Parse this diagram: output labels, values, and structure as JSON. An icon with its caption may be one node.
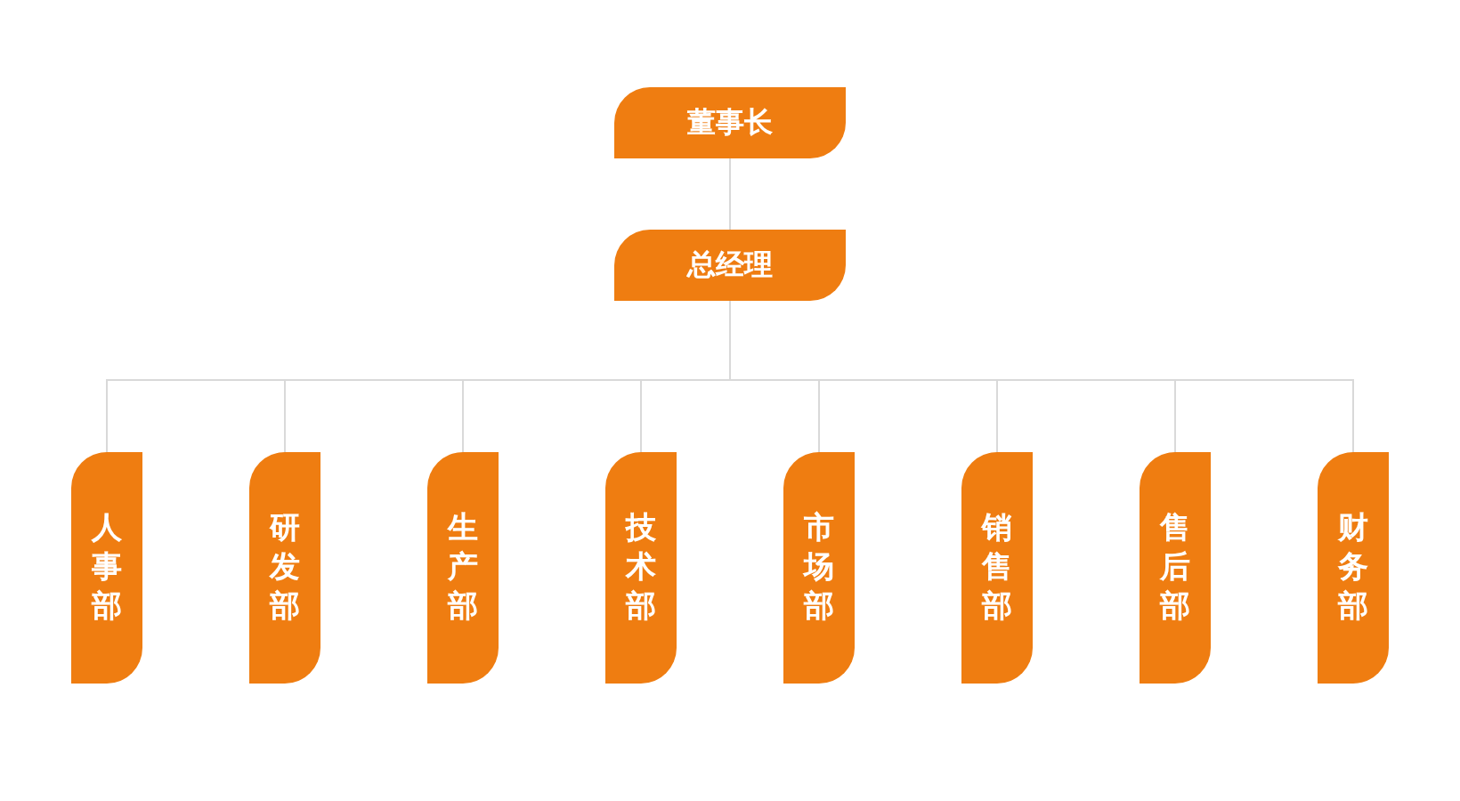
{
  "diagram": {
    "nodes": [
      {
        "text": [
          "董事长"
        ]
      },
      {
        "text": [
          "总经理"
        ]
      },
      {
        "text": [
          "人事部"
        ]
      },
      {
        "text": [
          "研发部"
        ]
      },
      {
        "text": [
          "生产部"
        ]
      },
      {
        "text": [
          "技术部"
        ]
      },
      {
        "text": [
          "市场部"
        ]
      },
      {
        "text": [
          "销售部"
        ]
      },
      {
        "text": [
          "售后部"
        ]
      },
      {
        "text": [
          "财务部"
        ]
      }
    ],
    "edges": [
      {
        "from": 0,
        "to": 1,
        "arrow": "none"
      },
      {
        "from": 1,
        "to": 2,
        "arrow": "none"
      },
      {
        "from": 1,
        "to": 3,
        "arrow": "none"
      },
      {
        "from": 1,
        "to": 4,
        "arrow": "none"
      },
      {
        "from": 1,
        "to": 5,
        "arrow": "none"
      },
      {
        "from": 1,
        "to": 6,
        "arrow": "none"
      },
      {
        "from": 1,
        "to": 7,
        "arrow": "none"
      },
      {
        "from": 1,
        "to": 8,
        "arrow": "none"
      },
      {
        "from": 1,
        "to": 9,
        "arrow": "none"
      }
    ]
  }
}
